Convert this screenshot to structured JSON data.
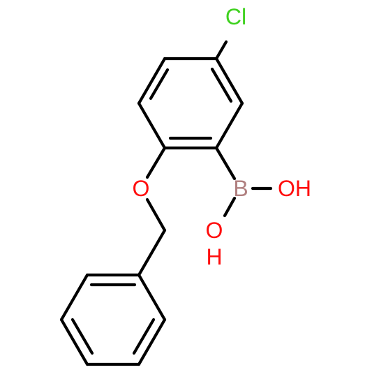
{
  "structure": {
    "colors": {
      "background": "#ffffff",
      "bond": "#000000",
      "chlorine": "#3fd11f",
      "oxygen": "#ff0d0d",
      "boron": "#b07f7f"
    },
    "atoms": {
      "chlorine": "Cl",
      "ether_oxygen": "O",
      "boron": "B",
      "hydroxyl_oh_right": "OH",
      "hydroxyl_o_lower": "O",
      "hydroxyl_h_lower": "H"
    }
  }
}
